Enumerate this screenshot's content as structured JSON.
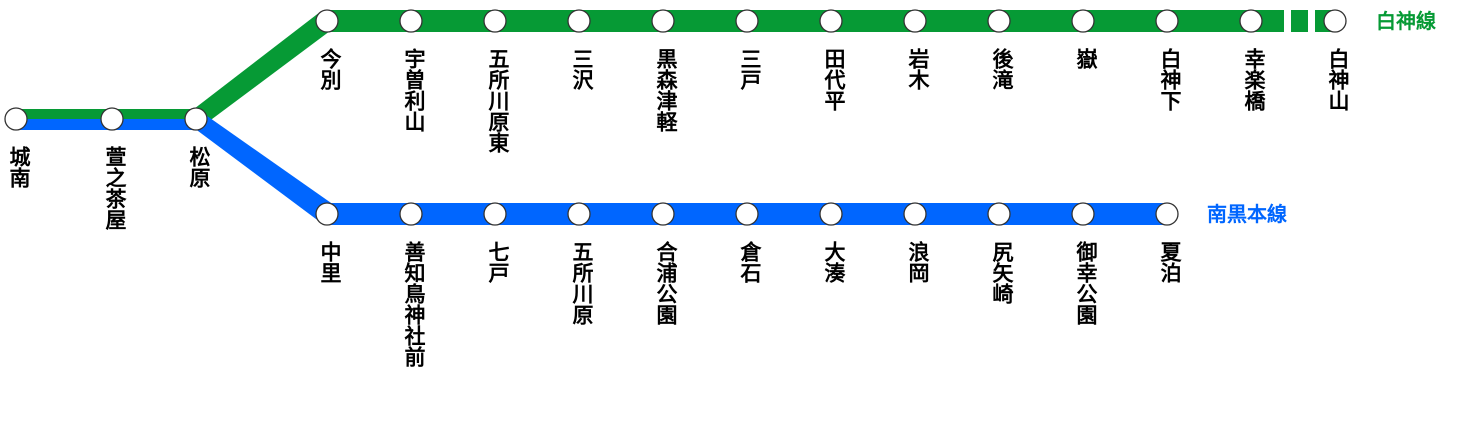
{
  "lines": {
    "shirakami": {
      "name": "白神線",
      "color": "#069a35",
      "stations": [
        "今別",
        "宇曽利山",
        "五所川原東",
        "三沢",
        "黒森津軽",
        "三戸",
        "田代平",
        "岩木",
        "後滝",
        "嶽",
        "白神下",
        "幸楽橋",
        "白神山"
      ]
    },
    "nankoku": {
      "name": "南黒本線",
      "color": "#0066ff",
      "stations": [
        "中里",
        "善知鳥神社前",
        "七戸",
        "五所川原",
        "合浦公園",
        "倉石",
        "大湊",
        "浪岡",
        "尻矢崎",
        "御幸公園",
        "夏泊"
      ]
    }
  },
  "shared_stations": [
    "城南",
    "萱之茶屋",
    "松原"
  ]
}
